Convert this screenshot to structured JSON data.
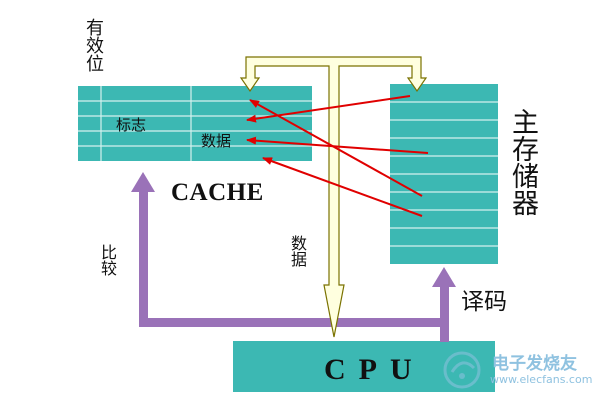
{
  "labels": {
    "valid_bit": "有效位",
    "tag": "标志",
    "data_field": "数据",
    "cache": "CACHE",
    "main_memory": "主存储器",
    "compare": "比较",
    "data_bus": "数据",
    "decode": "译码",
    "cpu": "CPU"
  },
  "watermark": {
    "name": "电子发烧友",
    "url": "www.elecfans.com"
  },
  "colors": {
    "block_fill": "#3cb8b3",
    "grid_line": "#d4f0ee",
    "bus_fill": "#ffffdf",
    "bus_stroke": "#7a7200",
    "arrow_red": "#e00000",
    "path_purple": "#9a72b8"
  }
}
